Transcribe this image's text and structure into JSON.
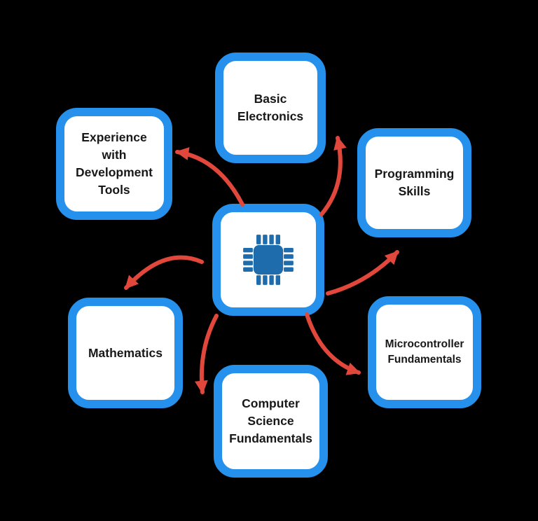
{
  "background_color": "#000000",
  "palette": {
    "box_border": "#2691ec",
    "box_fill": "#ffffff",
    "arrow_red": "#e2473c",
    "chip_blue": "#1e6cab",
    "text": "#181818"
  },
  "center": {
    "icon": "microchip"
  },
  "nodes": [
    {
      "id": "basic-electronics",
      "label": "Basic\nElectronics"
    },
    {
      "id": "experience-development-tools",
      "label": "Experience\nwith\nDevelopment\nTools"
    },
    {
      "id": "programming-skills",
      "label": "Programming\nSkills"
    },
    {
      "id": "mathematics",
      "label": "Mathematics"
    },
    {
      "id": "microcontroller-fundamentals",
      "label": "Microcontroller\nFundamentals"
    },
    {
      "id": "computer-science-fundamentals",
      "label": "Computer\nScience\nFundamentals"
    }
  ],
  "arrows": [
    {
      "from": "center",
      "to": "experience-development-tools"
    },
    {
      "from": "center",
      "to": "basic-electronics"
    },
    {
      "from": "center",
      "to": "programming-skills"
    },
    {
      "from": "center",
      "to": "microcontroller-fundamentals"
    },
    {
      "from": "center",
      "to": "computer-science-fundamentals"
    },
    {
      "from": "center",
      "to": "mathematics"
    }
  ]
}
